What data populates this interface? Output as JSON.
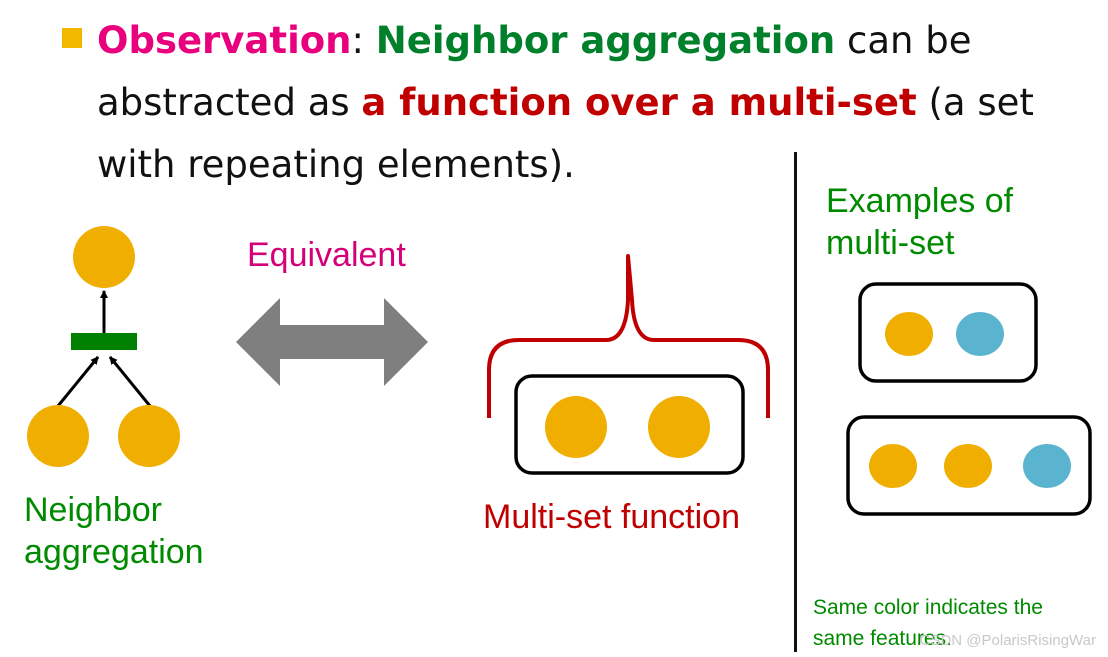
{
  "heading": {
    "observation": "Observation",
    "colon": ": ",
    "neighbor_aggregation": "Neighbor aggregation",
    "text1": " can be abstracted as ",
    "function_over_multiset": "a function over a multi-set",
    "text2": " (a set with repeating elements)."
  },
  "labels": {
    "neighbor_aggregation": "Neighbor aggregation",
    "equivalent": "Equivalent",
    "multiset_function": "Multi-set function",
    "examples_of_multiset": "Examples of multi-set",
    "same_color_note": "Same color indicates the same features."
  },
  "watermark": "CSDN @PolarisRisingWar",
  "colors": {
    "node_orange": "#f0ae00",
    "node_blue": "#5ab4cf",
    "aggregator_green": "#008000",
    "arrow_gray": "#7f7f7f",
    "brace_red": "#c00000",
    "bullet_orange": "#f2b800"
  }
}
